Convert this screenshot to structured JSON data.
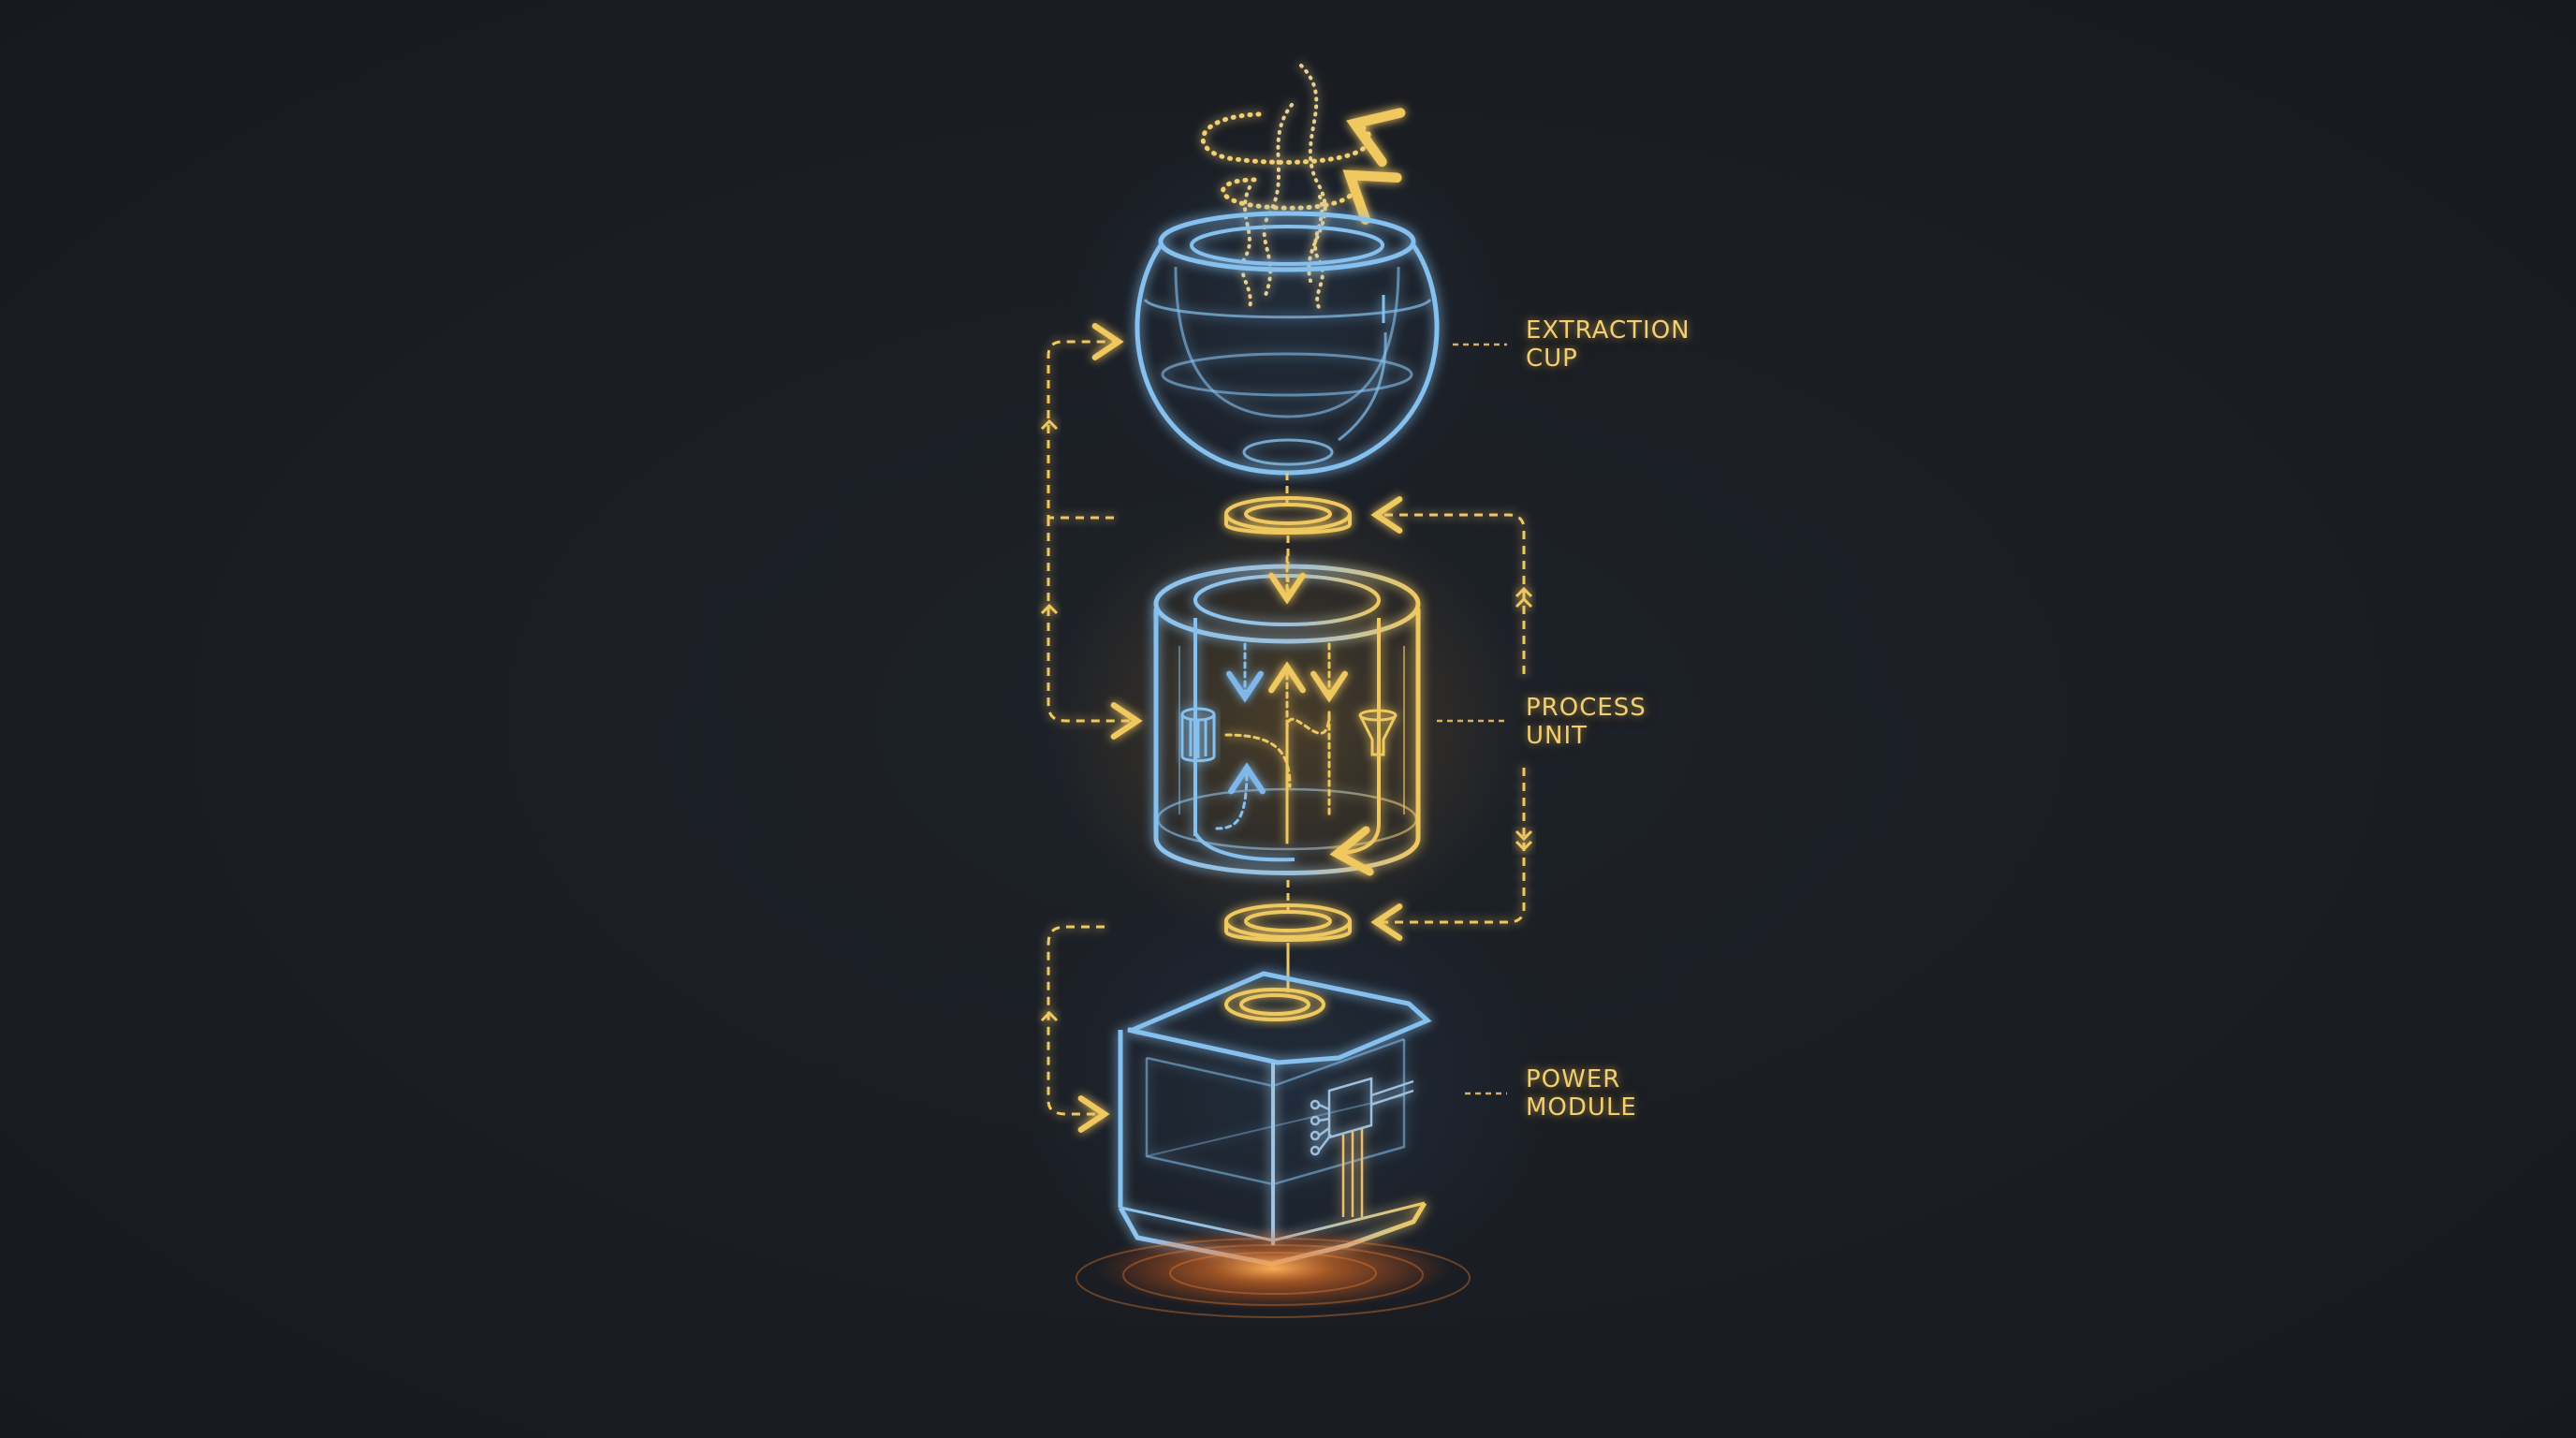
{
  "diagram": {
    "type": "exploded-view system diagram",
    "colors": {
      "background": "#1a1d23",
      "structure_blue": "#7fb8e8",
      "accent_gold": "#f0c860",
      "heat_orange": "#ff8a2a"
    },
    "components": [
      {
        "id": "extraction-cup",
        "label_line1": "EXTRACTION",
        "label_line2": "CUP"
      },
      {
        "id": "process-unit",
        "label_line1": "PROCESS",
        "label_line2": "UNIT"
      },
      {
        "id": "power-module",
        "label_line1": "POWER",
        "label_line2": "MODULE"
      }
    ],
    "connectors": [
      {
        "id": "upper-ring",
        "between": [
          "extraction-cup",
          "process-unit"
        ]
      },
      {
        "id": "lower-ring",
        "between": [
          "process-unit",
          "power-module"
        ]
      }
    ],
    "flows": [
      {
        "id": "left-loop-top",
        "direction": "up",
        "to": "extraction-cup"
      },
      {
        "id": "left-loop-mid",
        "direction": "up",
        "to": "process-unit"
      },
      {
        "id": "left-loop-bottom",
        "direction": "up",
        "to": "power-module"
      },
      {
        "id": "right-loop-up",
        "direction": "up",
        "to": "upper-ring"
      },
      {
        "id": "right-loop-down",
        "direction": "down",
        "to": "lower-ring"
      }
    ],
    "effects": [
      "steam-swirl",
      "base-heat-glow"
    ]
  }
}
